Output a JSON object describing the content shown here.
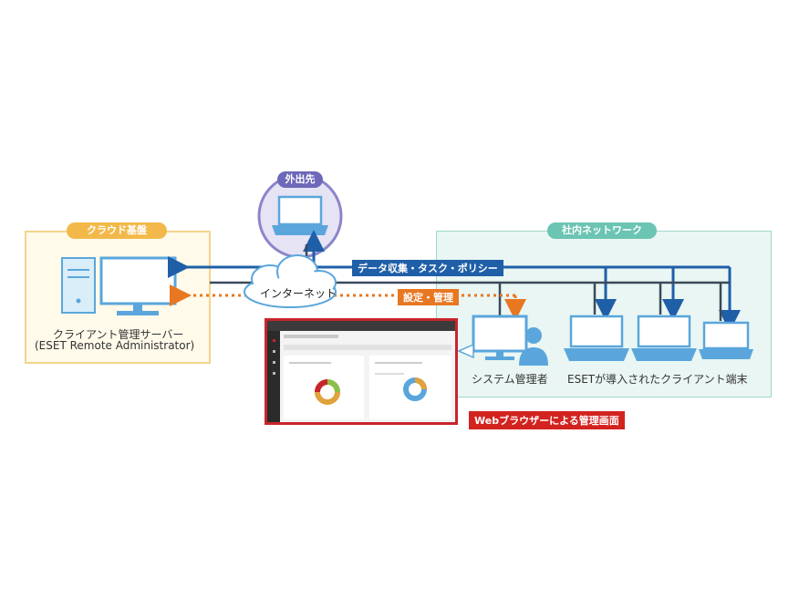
{
  "zones": {
    "cloud_label": "クラウド基盤",
    "lan_label": "社内ネットワーク"
  },
  "nodes": {
    "outside_label": "外出先",
    "internet_label": "インターネット",
    "server_line1": "クライアント管理サーバー",
    "server_line2": "(ESET Remote Administrator)",
    "admin_label": "システム管理者",
    "clients_label": "ESETが導入されたクライアント端末"
  },
  "flows": {
    "data_collection": "データ収集・タスク・ポリシー",
    "settings_management": "設定・管理"
  },
  "browser_caption": "Webブラウザーによる管理画面",
  "colors": {
    "cloud_zone_border": "#f2d58c",
    "cloud_zone_fill": "#fffaea",
    "lan_zone_border": "#9fd7cc",
    "lan_zone_fill": "#e9f6f3",
    "flow_blue": "#1f5fa8",
    "flow_orange": "#e87722",
    "device_blue": "#5aa6dc",
    "caption_red": "#d2231f"
  },
  "icons": [
    "server-tower-icon",
    "monitor-icon",
    "laptop-icon",
    "person-icon",
    "cloud-icon"
  ]
}
